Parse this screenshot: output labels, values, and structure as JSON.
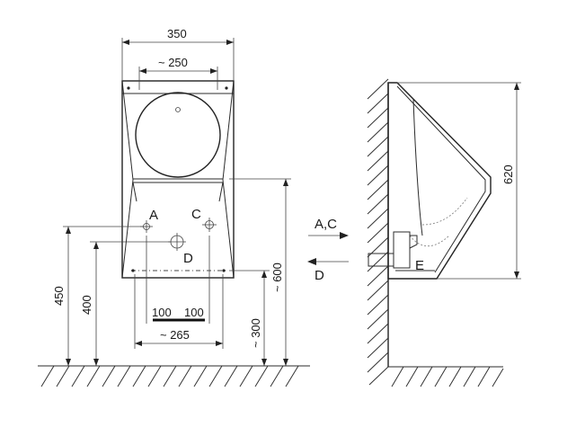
{
  "dimensions": {
    "top_width": "350",
    "bowl_width": "~ 250",
    "height_side": "620",
    "height_450": "450",
    "height_400": "400",
    "height_600": "~ 600",
    "height_300": "~ 300",
    "bottom_width": "~ 265",
    "pad_left": "100",
    "pad_right": "100"
  },
  "labels": {
    "a": "A",
    "c": "C",
    "d": "D",
    "e": "E",
    "arrow_in": "A,C",
    "arrow_out": "D"
  }
}
